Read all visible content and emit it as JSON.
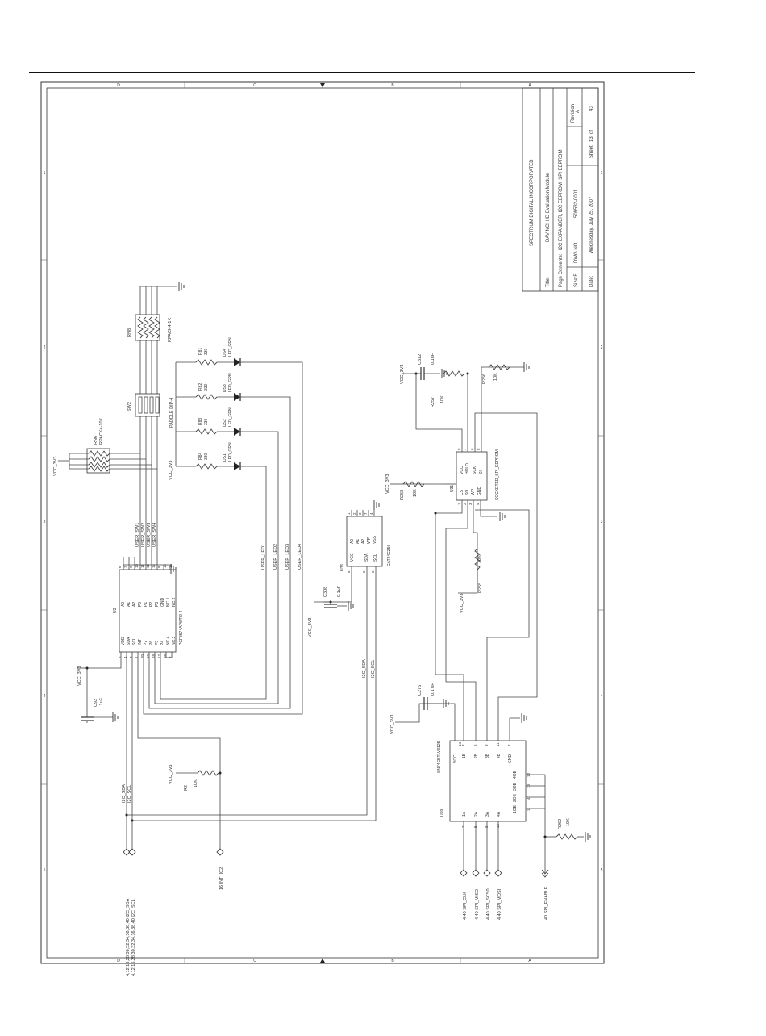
{
  "frame": {
    "zone_letters": [
      "D",
      "C",
      "B",
      "A"
    ],
    "zone_numbers": [
      "1",
      "2",
      "3",
      "4",
      "5"
    ]
  },
  "title_block": {
    "company": "SPECTRUM DIGITAL INCORPORATED",
    "title_label": "Title:",
    "title_value": "DAVINCI HD Evaluation Module",
    "contents_label": "Page Contents:",
    "contents_value": "I2C EXPANDER, I2C EEPROM, SPI EEPROM",
    "size_label": "Size:B",
    "dwg_label": "DWG NO",
    "dwg_value": "509532-0001",
    "revision_label": "Revision",
    "revision_value": "A",
    "date_label": "Date:",
    "date_value": "Wednesday, July 25, 2007",
    "sheet_label": "Sheet",
    "sheet_value": "13",
    "of_label": "of",
    "sheet_total": "43"
  },
  "power": {
    "vcc_label": "VCC_3V3"
  },
  "u3": {
    "ref": "U3",
    "part": "PCF8574APWR2-4",
    "left_pins": [
      "A0",
      "A1",
      "A2",
      "P0",
      "P1",
      "P2",
      "P3",
      "GND",
      "NC.1",
      "NC.2"
    ],
    "left_nums": [
      "6",
      "7",
      "9",
      "10",
      "11",
      "12",
      "14",
      "8",
      "13",
      "15"
    ],
    "right_pins": [
      "VDD",
      "SDA",
      "SCL",
      "INT",
      "P7",
      "P6",
      "P5",
      "P4",
      "NC.4",
      "NC.3"
    ],
    "right_nums": [
      "5",
      "4",
      "3",
      "1",
      "20",
      "19",
      "18",
      "17",
      "16",
      "2"
    ]
  },
  "u36": {
    "ref": "U36",
    "part": "CAT24C256",
    "left_pins": [
      "A0",
      "A1",
      "A2",
      "WP",
      "VSS"
    ],
    "left_nums": [
      "1",
      "2",
      "3",
      "7",
      "4"
    ],
    "right_pins": [
      "VCC",
      "SDA",
      "SCL"
    ],
    "right_nums": [
      "8",
      "5",
      "6"
    ]
  },
  "u31": {
    "ref": "U31",
    "part": "SOCKETED_SPI_EEPROM",
    "top_pins": [
      "VCC",
      "HOLD",
      "SCK",
      "SI"
    ],
    "top_nums": [
      "8",
      "7",
      "6",
      "5"
    ],
    "bottom_pins": [
      "CS",
      "SO",
      "WP",
      "GND"
    ],
    "bottom_nums": [
      "1",
      "2",
      "3",
      "4"
    ]
  },
  "u59": {
    "ref": "U59",
    "part": "SN74CBTLV3125",
    "top_pins": [
      "VCC",
      "1B",
      "2B",
      "3B",
      "4B",
      "GND"
    ],
    "top_nums": [
      "14",
      "3",
      "6",
      "8",
      "11",
      "7"
    ],
    "bottom_pins": [
      "1A",
      "2A",
      "3A",
      "4A"
    ],
    "bottom_nums": [
      "2",
      "5",
      "9",
      "12"
    ],
    "oe_pins": [
      "4OE",
      "3OE",
      "2OE",
      "1OE"
    ],
    "oe_nums": [
      "13",
      "10",
      "4",
      "1"
    ]
  },
  "resistor_packs": {
    "rn6": {
      "ref": "RN6",
      "value": "RPACK4-10K"
    },
    "rn8": {
      "ref": "RN8",
      "value": "RPACK4-1K"
    }
  },
  "switch": {
    "ref": "SW2",
    "value": "PADDLE DIP-4"
  },
  "leds": [
    {
      "r_ref": "R81",
      "r_val": "330",
      "ds": "DS4",
      "type": "LED_GRN"
    },
    {
      "r_ref": "R82",
      "r_val": "330",
      "ds": "DS3",
      "type": "LED_GRN"
    },
    {
      "r_ref": "R83",
      "r_val": "330",
      "ds": "DS2",
      "type": "LED_GRN"
    },
    {
      "r_ref": "R84",
      "r_val": "330",
      "ds": "DS1",
      "type": "LED_GRN"
    }
  ],
  "nets": {
    "sw": [
      "USER_SW1",
      "USER_SW2",
      "USER_SW3",
      "USER_SW4"
    ],
    "led": [
      "USER_LED1",
      "USER_LED2",
      "USER_LED3",
      "USER_LED4"
    ],
    "i2c_sda": "I2C_SDA",
    "i2c_scl": "I2C_SCL"
  },
  "caps": {
    "c92": {
      "ref": "C92",
      "value": ".1uF"
    },
    "c308": {
      "ref": "C308",
      "value": "0.1uF"
    },
    "c312": {
      "ref": "C312",
      "value": "0.1uF"
    },
    "c275": {
      "ref": "C275",
      "value": "0.1 uF"
    }
  },
  "resistors": {
    "r2": {
      "ref": "R2",
      "value": "10K"
    },
    "r255": {
      "ref": "R255",
      "value": "10K"
    },
    "r256": {
      "ref": "R256",
      "value": "10K"
    },
    "r257": {
      "ref": "R257",
      "value": "10K"
    },
    "r258": {
      "ref": "R258",
      "value": "10K"
    },
    "r262": {
      "ref": "R262",
      "value": "10K"
    }
  },
  "offpage": {
    "sda": "4,12,16,28,30,32,34,36,38,40  I2C_SDA",
    "scl": "4,12,16,28,30,32,34,36,38,40  I2C_SCL",
    "int": "16  INT_IC2",
    "spi_clk": "4,40  SPI_CLK",
    "spi_miso": "4,40  SPI_MISO",
    "spi_scs0": "4,40  SPI_SCS0",
    "spi_mosi": "4,40  SPI_MOSI",
    "spi_enable": "40  SPI_ENABLE"
  }
}
